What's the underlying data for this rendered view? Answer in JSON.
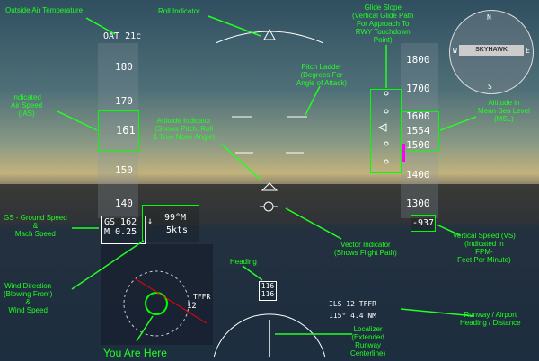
{
  "hud": {
    "oat": "OAT 21c",
    "airspeed_ticks": [
      "180",
      "170",
      "161",
      "150",
      "140"
    ],
    "ias_value": "161",
    "altitude_ticks": [
      "1800",
      "1700",
      "1600",
      "1554",
      "1500",
      "1400",
      "1300"
    ],
    "altitude_value": "1554",
    "ground_speed": "GS 162",
    "mach": "M 0.25",
    "wind_direction": "99°M",
    "wind_speed": "5kts",
    "vertical_speed": "-937",
    "heading": "116",
    "heading_sub": "116",
    "ils_line1": "ILS 12 TFFR",
    "ils_line2": "115° 4.4 NM",
    "map_airport": "TFFR",
    "map_heading": "12"
  },
  "compass": {
    "brand": "SKYHAWK",
    "cardinals": [
      "N",
      "E",
      "S",
      "W"
    ]
  },
  "annotations": {
    "oat": "Outside Air Temperature",
    "roll": "Roll Indicator",
    "glide": "Glide Slope\n(Vertical Glide Path\nFor Approach To\nRWY Touchdown\nPoint)",
    "pitch": "Pitch Ladder\n(Degrees For\nAngle of Attack)",
    "ias": "Indicated\nAir Speed\n(IAS)",
    "attitude": "Attitude Indicator\n(Shows Pitch, Roll\n& True Nose Angle)",
    "msl": "Altitude in\nMean Sea Level\n(MSL)",
    "gs": "GS - Ground Speed\n&\nMach Speed",
    "vector": "Vector Indicator\n(Shows Flight Path)",
    "vs": "Vertical Speed (VS)\n(Indicated in\nFPM-\nFeet Per Minute)",
    "heading": "Heading",
    "wind": "Wind Direction\n(Blowing From)\n&\nWind Speed",
    "runway": "Runway / Airport\nHeading / Distance",
    "localizer": "Localizer\n(Extended\nRunway\nCenterline)",
    "you_are_here": "You Are Here"
  },
  "colors": {
    "annotation": "#22ff22",
    "hud": "#ffffff",
    "vs_bar": "#ff00ff"
  }
}
